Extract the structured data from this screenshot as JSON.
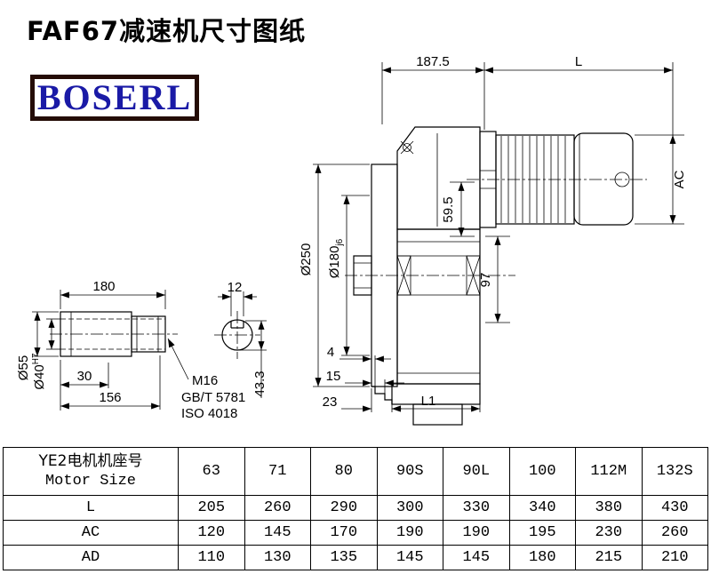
{
  "page": {
    "title": "FAF67减速机尺寸图纸"
  },
  "logo": {
    "text": "BOSERL"
  },
  "drawing": {
    "dims": {
      "width_187_5": "187.5",
      "motor_length": "L",
      "motor_diameter": "AC",
      "flange_od": "Ø250",
      "spigot_d": "Ø180",
      "spigot_tol": "j6",
      "dim_59_5": "59.5",
      "dim_97": "97",
      "shaft_length": "180",
      "key_width": "12",
      "shaft_od": "Ø55",
      "bore_d": "Ø40",
      "bore_tol": "H7",
      "dim_30": "30",
      "dim_156": "156",
      "thread": "M16",
      "standard_1": "GB/T 5781",
      "standard_2": "ISO 4018",
      "key_height": "43.3",
      "offset_4": "4",
      "offset_15": "15",
      "offset_23": "23",
      "l1": "L1"
    }
  },
  "table": {
    "header_cn": "YE2电机机座号",
    "header_en": "Motor Size",
    "sizes": [
      "63",
      "71",
      "80",
      "90S",
      "90L",
      "100",
      "112M",
      "132S"
    ],
    "rows": [
      {
        "label": "L",
        "values": [
          "205",
          "260",
          "290",
          "300",
          "330",
          "340",
          "380",
          "430"
        ]
      },
      {
        "label": "AC",
        "values": [
          "120",
          "145",
          "170",
          "190",
          "190",
          "195",
          "230",
          "260"
        ]
      },
      {
        "label": "AD",
        "values": [
          "110",
          "130",
          "135",
          "145",
          "145",
          "180",
          "215",
          "210"
        ]
      }
    ]
  }
}
